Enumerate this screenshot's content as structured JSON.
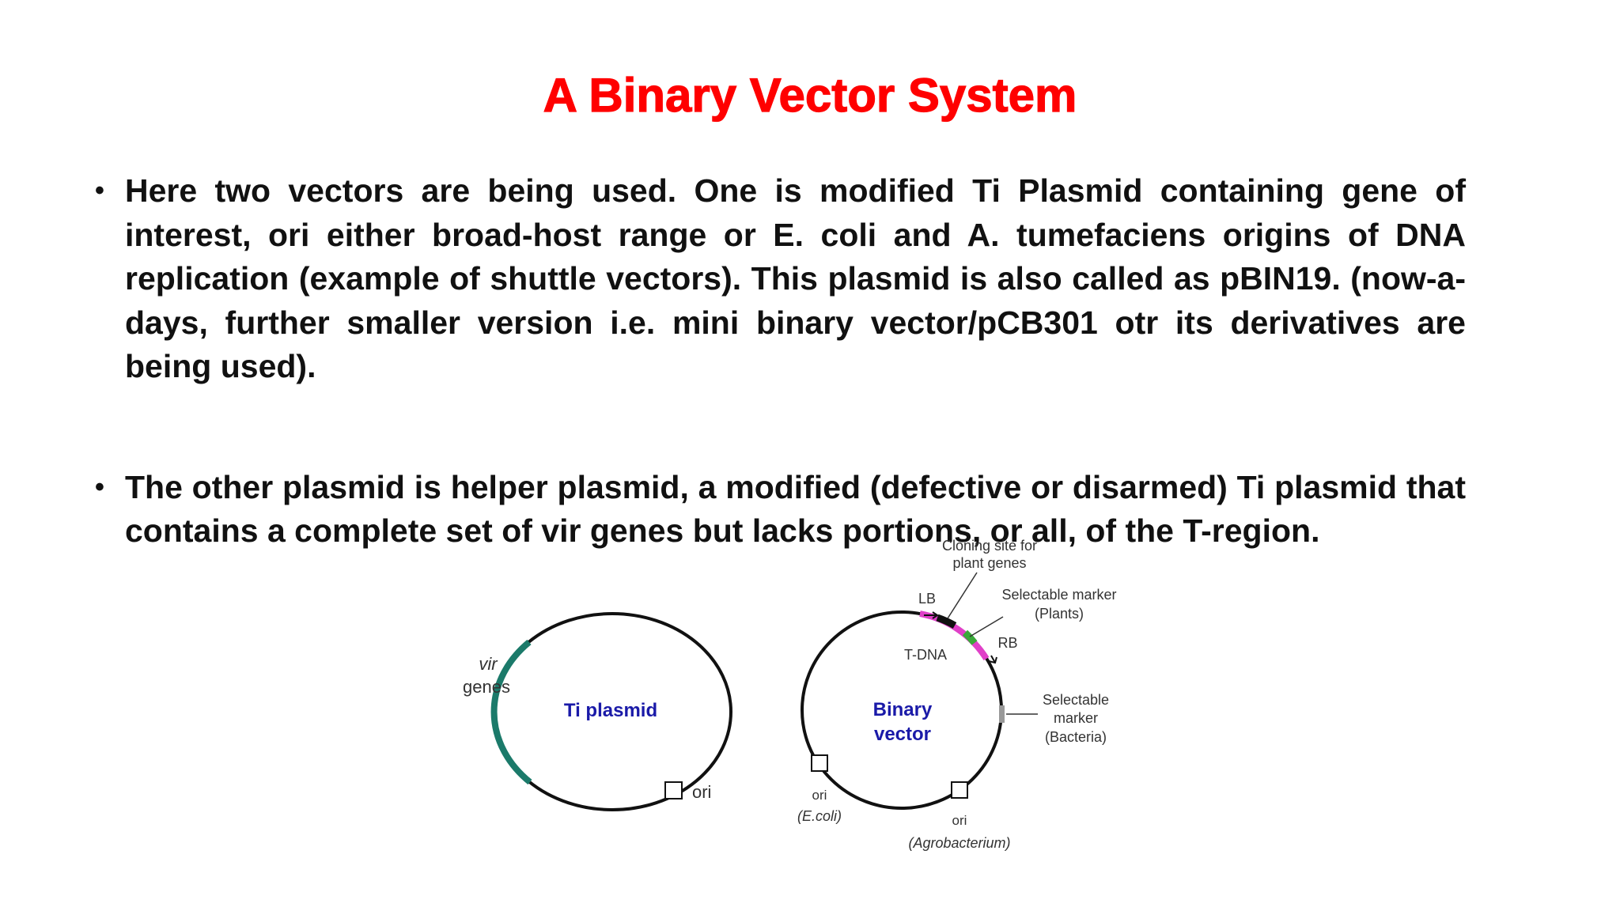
{
  "slide": {
    "title": "A Binary Vector System",
    "bullets": [
      "Here two vectors are being used. One is modified Ti Plasmid containing gene of interest,  ori either broad-host range or E. coli and A. tumefaciens origins of DNA replication (example of shuttle vectors). This plasmid is also called as pBIN19. (now-a-days, further smaller version i.e. mini binary vector/pCB301 otr its derivatives are being used).",
      "The other plasmid is helper plasmid, a modified (defective or disarmed) Ti plasmid that contains a complete set of vir genes but lacks portions, or all, of the T-region."
    ],
    "bullet_symbol": "•"
  },
  "diagram": {
    "ti_plasmid": {
      "name": "Ti plasmid",
      "vir_label_line1": "vir",
      "vir_label_line2": "genes",
      "ori_label": "ori"
    },
    "binary_vector": {
      "name_line1": "Binary",
      "name_line2": "vector",
      "tdna_label": "T-DNA",
      "lb_label": "LB",
      "rb_label": "RB",
      "cloning_site_line1": "Cloning site for",
      "cloning_site_line2": "plant genes",
      "sel_plants_line1": "Selectable marker",
      "sel_plants_line2": "(Plants)",
      "sel_bacteria_line1": "Selectable",
      "sel_bacteria_line2": "marker",
      "sel_bacteria_line3": "(Bacteria)",
      "ori_ecoli_line1": "ori",
      "ori_ecoli_line2": "(E.coli)",
      "ori_agro_line1": "ori",
      "ori_agro_line2": "(Agrobacterium)"
    },
    "colors": {
      "title_red": "#ff0000",
      "plasmid_name_blue": "#1a1aa8",
      "vir_teal": "#1b7a6a",
      "tdna_magenta": "#e040c8",
      "marker_green": "#3aa83a",
      "outline": "#111111"
    }
  }
}
